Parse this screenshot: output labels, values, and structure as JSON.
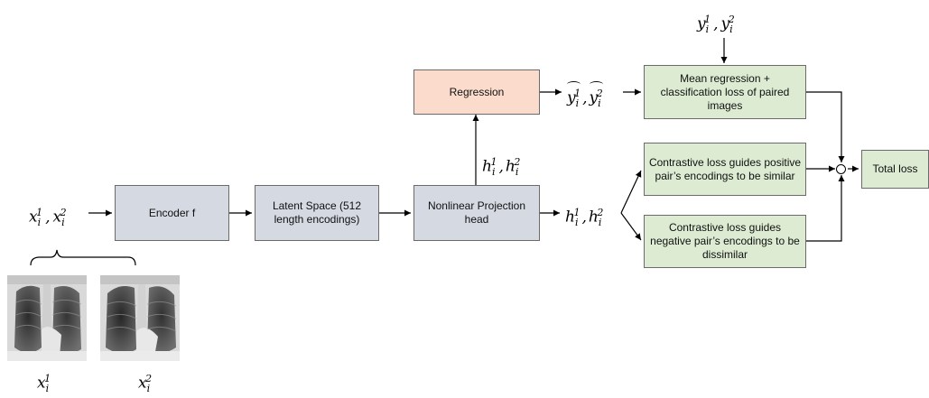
{
  "boxes": {
    "encoder": "Encoder f",
    "latent": "Latent Space (512 length encodings)",
    "projection": "Nonlinear Projection head",
    "regression": "Regression",
    "mean_regression": "Mean regression + classification loss of paired images",
    "contrastive_positive": "Contrastive loss guides positive pair’s encodings to be similar",
    "contrastive_negative": "Contrastive loss guides negative pair’s encodings to be dissimilar",
    "total_loss": "Total loss"
  },
  "symbols": {
    "x": "x",
    "y": "y",
    "h": "h",
    "i": "i",
    "one": "1",
    "two": "2",
    "comma": ","
  },
  "images": {
    "first": "chest-xray-1",
    "second": "chest-xray-2"
  },
  "colors": {
    "box_gray": "#d4d9e2",
    "box_peach": "#fbdccc",
    "box_green": "#dcebd2",
    "border": "#6b6b6b",
    "arrow": "#000000"
  }
}
